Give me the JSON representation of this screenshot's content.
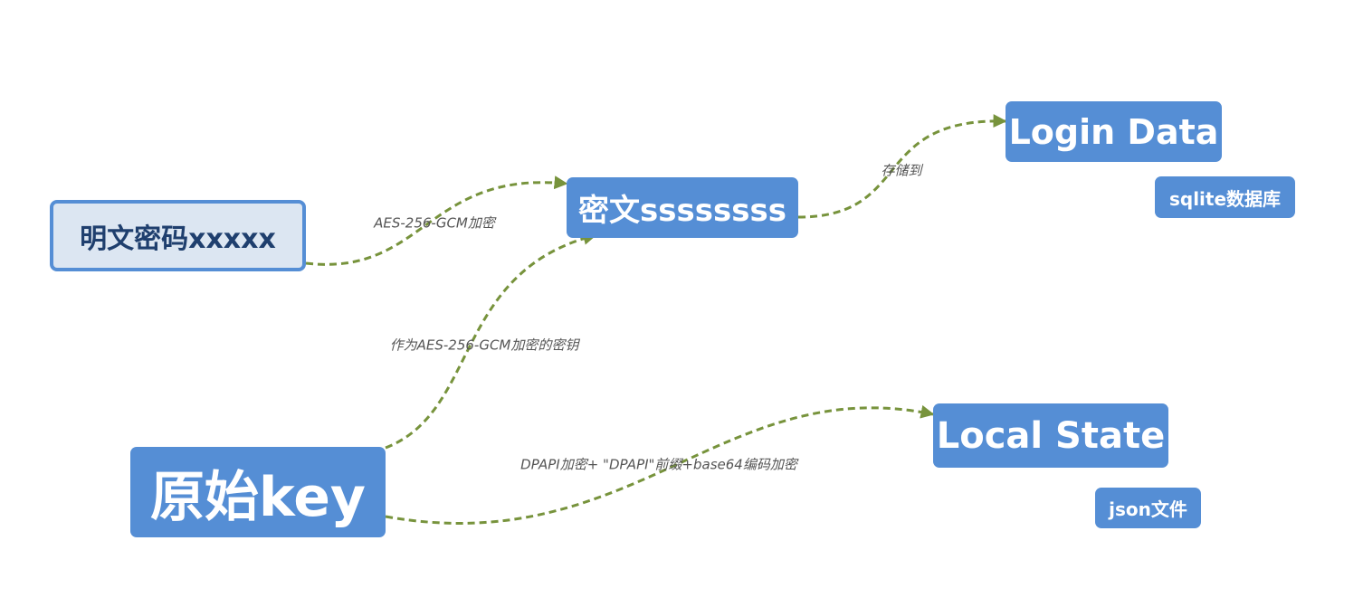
{
  "colors": {
    "node_fill": "#558ed5",
    "node_plain_fill": "#dce6f2",
    "node_plain_text": "#1f3f6e",
    "edge": "#77933c"
  },
  "nodes": {
    "plaintext_password": "明文密码xxxxx",
    "ciphertext": "密文ssssssss",
    "login_data": "Login Data",
    "sqlite_db": "sqlite数据库",
    "raw_key": "原始key",
    "local_state": "Local State",
    "json_file": "json文件"
  },
  "edges": {
    "encrypt": "AES-256-GCM加密",
    "as_key": "作为AES-256-GCM加密的密钥",
    "store_to": "存储到",
    "dpapi": "DPAPI加密+ \"DPAPI\"前缀+base64编码加密"
  }
}
